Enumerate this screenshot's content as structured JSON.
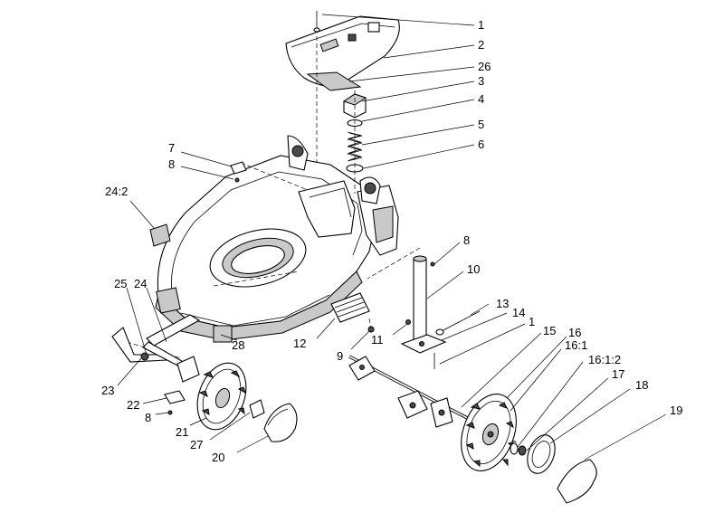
{
  "labels": [
    "1",
    "2",
    "26",
    "3",
    "4",
    "5",
    "6",
    "7",
    "8",
    "24:2",
    "8",
    "10",
    "13",
    "14",
    "1",
    "15",
    "16",
    "16:1",
    "16:1:2",
    "17",
    "18",
    "19",
    "25",
    "24",
    "28",
    "12",
    "11",
    "9",
    "23",
    "22",
    "8",
    "21",
    "27",
    "20"
  ],
  "colors": {
    "line": "#000000",
    "shade": "#c9c9c9",
    "background": "#ffffff"
  }
}
